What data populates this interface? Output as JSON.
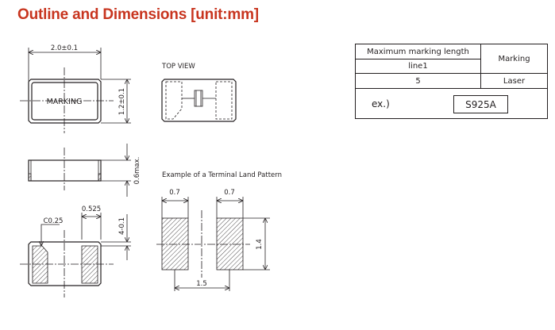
{
  "title": "Outline and Dimensions [unit:mm]",
  "drawing": {
    "width_dim": "2.0±0.1",
    "height_dim": "1.2±0.1",
    "marking_label": "MARKING",
    "top_view_label": "TOP VIEW",
    "thickness_dim": "0.6max.",
    "land_pattern_title": "Example of a Terminal Land Pattern",
    "chamfer_label": "C0.25",
    "pad_width_dim": "0.525",
    "pad_gap_dim": "4-0.1",
    "land_width_left": "0.7",
    "land_width_right": "0.7",
    "land_height": "1.4",
    "land_pitch": "1.5"
  },
  "marking_table": {
    "header_length": "Maximum marking length",
    "header_line": "line1",
    "header_marking": "Marking",
    "length_value": "5",
    "marking_value": "Laser",
    "example_label": "ex.)",
    "example_value": "S925A"
  }
}
